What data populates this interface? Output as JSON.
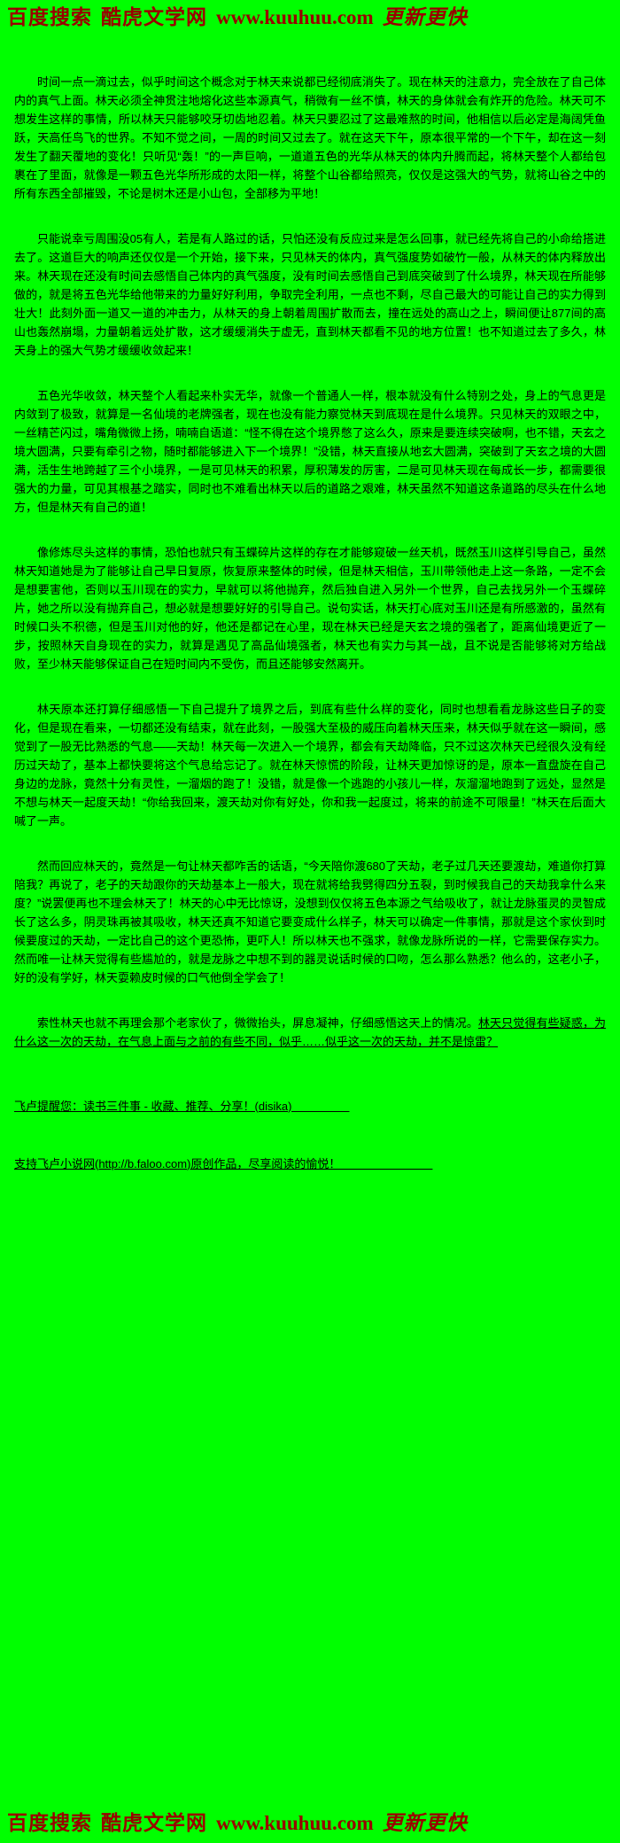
{
  "banner": {
    "baidu": "百度搜索",
    "site": "酷虎文学网",
    "url": "www.kuuhuu.com",
    "tagline": "更新更快"
  },
  "novel": {
    "paragraphs": [
      "时间一点一滴过去，似乎时间这个概念对于林天来说都已经彻底消失了。现在林天的注意力，完全放在了自己体内的真气上面。林天必须全神贯注地熔化这些本源真气，稍微有一丝不慎，林天的身体就会有炸开的危险。林天可不想发生这样的事情，所以林天只能够咬牙切齿地忍着。林天只要忍过了这最难熬的时间，他相信以后必定是海阔凭鱼跃，天高任鸟飞的世界。不知不觉之间，一周的时间又过去了。就在这天下午，原本很平常的一个下午，却在这一刻发生了翻天覆地的变化！只听见“轰！”的一声巨响，一道道五色的光华从林天的体内升腾而起，将林天整个人都给包裹在了里面，就像是一颗五色光华所形成的太阳一样，将整个山谷都给照亮，仅仅是这强大的气势，就将山谷之中的所有东西全部摧毁，不论是树木还是小山包，全部移为平地！",
      "只能说幸亏周围没05有人，若是有人路过的话，只怕还没有反应过来是怎么回事，就已经先将自己的小命给搭进去了。这道巨大的响声还仅仅是一个开始，接下来，只见林天的体内，真气强度势如破竹一般，从林天的体内释放出来。林天现在还没有时间去感悟自己体内的真气强度，没有时间去感悟自己到底突破到了什么境界，林天现在所能够做的，就是将五色光华给他带来的力量好好利用，争取完全利用，一点也不剩，尽自己最大的可能让自己的实力得到壮大！此刻外面一道又一道的冲击力，从林天的身上朝着周围扩散而去，撞在远处的高山之上，瞬间便让877间的高山也轰然崩塌，力量朝着远处扩散，这才缓缓消失于虚无，直到林天都看不见的地方位置！也不知道过去了多久，林天身上的强大气势才缓缓收敛起来！",
      "五色光华收敛，林天整个人看起来朴实无华，就像一个普通人一样，根本就没有什么特别之处，身上的气息更是内敛到了极致，就算是一名仙境的老牌强者，现在也没有能力察觉林天到底现在是什么境界。只见林天的双眼之中，一丝精芒闪过，嘴角微微上扬，喃喃自语道：“怪不得在这个境界憋了这么久，原来是要连续突破啊，也不错，天玄之境大圆满，只要有牵引之物，随时都能够进入下一个境界！”没错，林天直接从地玄大圆满，突破到了天玄之境的大圆满，活生生地跨越了三个小境界，一是可见林天的积累，厚积薄发的厉害，二是可见林天现在每成长一步，都需要很强大的力量，可见其根基之踏实，同时也不难看出林天以后的道路之艰难，林天虽然不知道这条道路的尽头在什么地方，但是林天有自己的道！",
      "像修炼尽头这样的事情，恐怕也就只有玉蝶碎片这样的存在才能够窥破一丝天机，既然玉川这样引导自己，虽然林天知道她是为了能够让自己早日复原，恢复原来整体的时候，但是林天相信，玉川带领他走上这一条路，一定不会是想要害他，否则以玉川现在的实力，早就可以将他抛弃，然后独自进入另外一个世界，自己去找另外一个玉蝶碎片，她之所以没有抛弃自己，想必就是想要好好的引导自己。说句实话，林天打心底对玉川还是有所感激的，虽然有时候口头不积德，但是玉川对他的好，他还是都记在心里，现在林天已经是天玄之境的强者了，距离仙境更近了一步，按照林天自身现在的实力，就算是遇见了高品仙境强者，林天也有实力与其一战，且不说是否能够将对方给战败，至少林天能够保证自己在短时间内不受伤，而且还能够安然离开。",
      "林天原本还打算仔细感悟一下自己提升了境界之后，到底有些什么样的变化，同时也想看看龙脉这些日子的变化，但是现在看来，一切都还没有结束，就在此刻，一股强大至极的威压向着林天压来，林天似乎就在这一瞬间，感觉到了一股无比熟悉的气息——天劫！林天每一次进入一个境界，都会有天劫降临，只不过这次林天已经很久没有经历过天劫了，基本上都快要将这个气息给忘记了。就在林天惊慌的阶段，让林天更加惊讶的是，原本一直盘旋在自己身边的龙脉，竟然十分有灵性，一溜烟的跑了！没错，就是像一个逃跑的小孩儿一样，灰溜溜地跑到了远处，显然是不想与林天一起度天劫！“你给我回来，渡天劫对你有好处，你和我一起度过，将来的前途不可限量！”林天在后面大喊了一声。",
      "然而回应林天的，竟然是一句让林天都咋舌的话语，“今天陪你渡680了天劫，老子过几天还要渡劫，难道你打算陪我？再说了，老子的天劫跟你的天劫基本上一般大，现在就将给我劈得四分五裂，到时候我自己的天劫我拿什么来度？”说罢便再也不理会林天了！林天的心中无比惊讶，没想到仅仅将五色本源之气给吸收了，就让龙脉蛋灵的灵智成长了这么多，阴灵珠再被其吸收，林天还真不知道它要变成什么样子，林天可以确定一件事情，那就是这个家伙到时候要度过的天劫，一定比自己的这个更恐怖，更吓人！所以林天也不强求，就像龙脉所说的一样，它需要保存实力。然而唯一让林天觉得有些尴尬的，就是龙脉之中想不到的器灵说话时候的口吻，怎么那么熟悉？他么的，这老小子，好的没有学好，林天耍赖皮时候的口气他倒全学会了！"
    ],
    "last_paragraph": {
      "normal": "索性林天也就不再理会那个老家伙了，微微抬头，屏息凝神，仔细感悟这天上的情况。",
      "underlined": "林天只觉得有些疑惑，为什么这一次的天劫，在气息上面与之前的有些不同，似乎……似乎这一次的天劫，并不是惊雷？"
    },
    "notices": [
      "飞卢提醒您：读书三件事 - 收藏、推荐、分享！(disika)＿＿＿＿＿",
      "支持飞卢小说网(http://b.faloo.com)原创作品，尽享阅读的愉悦！＿＿＿＿＿＿＿＿"
    ]
  },
  "colors": {
    "background": "#00ff00",
    "banner_text": "#990000",
    "body_text": "#000000"
  }
}
